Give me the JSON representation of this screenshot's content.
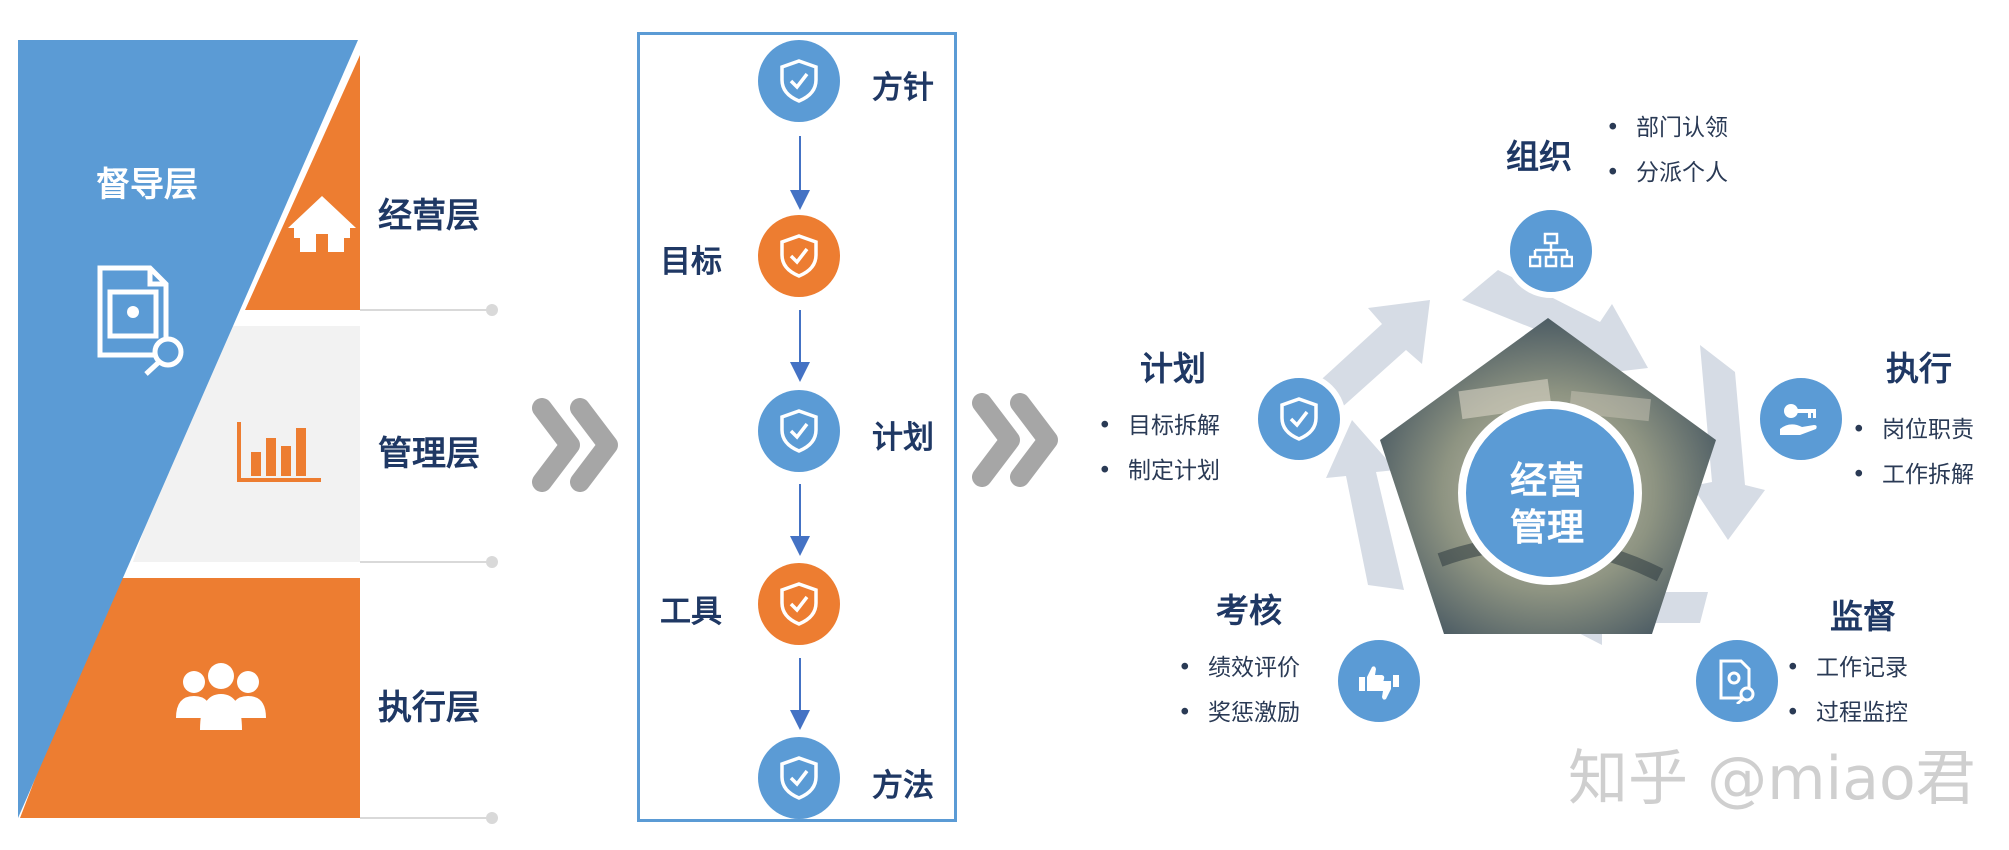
{
  "layers": {
    "supervision": "督导层",
    "operation": "经营层",
    "management": "管理层",
    "execution": "执行层"
  },
  "flow": {
    "policy": "方针",
    "target": "目标",
    "plan": "计划",
    "tool": "工具",
    "method": "方法"
  },
  "cycle": {
    "center_line1": "经营",
    "center_line2": "管理",
    "organize": {
      "title": "组织",
      "items": [
        "部门认领",
        "分派个人"
      ]
    },
    "execute": {
      "title": "执行",
      "items": [
        "岗位职责",
        "工作拆解"
      ]
    },
    "supervise": {
      "title": "监督",
      "items": [
        "工作记录",
        "过程监控"
      ]
    },
    "assess": {
      "title": "考核",
      "items": [
        "绩效评价",
        "奖惩激励"
      ]
    },
    "plan": {
      "title": "计划",
      "items": [
        "目标拆解",
        "制定计划"
      ]
    }
  },
  "watermark": "知乎 @miao君",
  "colors": {
    "blue": "#5b9bd5",
    "orange": "#ed7d31",
    "navy": "#1f3864",
    "lightgray": "#f2f2f2",
    "arrow": "#d6dce5"
  },
  "icons": [
    "house-icon",
    "document-search-icon",
    "bar-chart-icon",
    "team-icon",
    "shield-check-icon",
    "org-chart-icon",
    "hand-key-icon",
    "thumbs-icon"
  ]
}
